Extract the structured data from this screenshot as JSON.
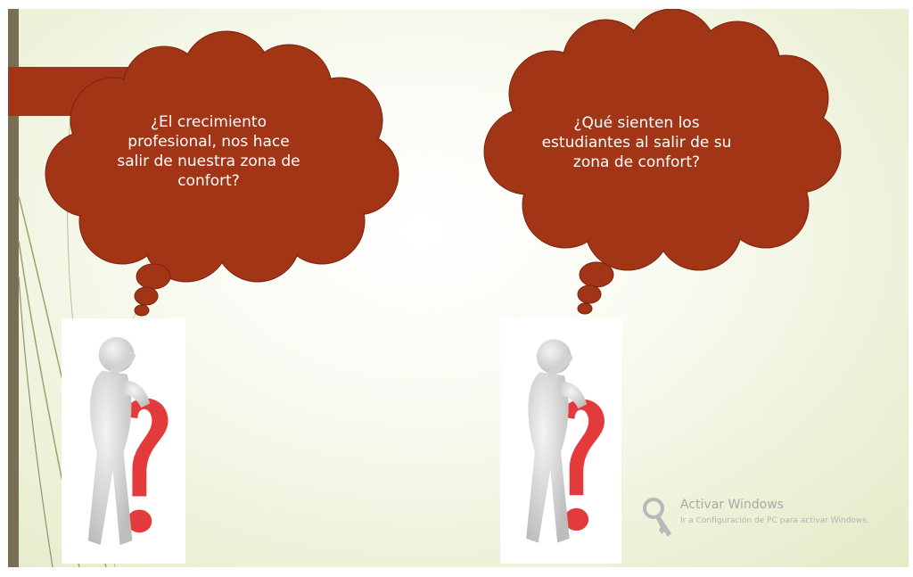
{
  "slide": {
    "background": "#f2f5e3",
    "accent_bar_color": "#7a6e54",
    "bubble_color": "#a23516"
  },
  "bubbles": {
    "left": {
      "line1": "¿El crecimiento",
      "line2": "profesional, nos hace",
      "line3": "salir de nuestra zona de",
      "line4": "confort?"
    },
    "right": {
      "line1": "¿Qué sienten los",
      "line2": "estudiantes al salir de su",
      "line3": "zona de confort?"
    }
  },
  "figures": {
    "left": {
      "icon": "thinking-person-question-mark"
    },
    "right": {
      "icon": "thinking-person-question-mark"
    }
  },
  "watermark": {
    "title": "Activar Windows",
    "subtitle": "Ir a Configuración de PC para activar Windows.",
    "icon": "key-icon"
  }
}
